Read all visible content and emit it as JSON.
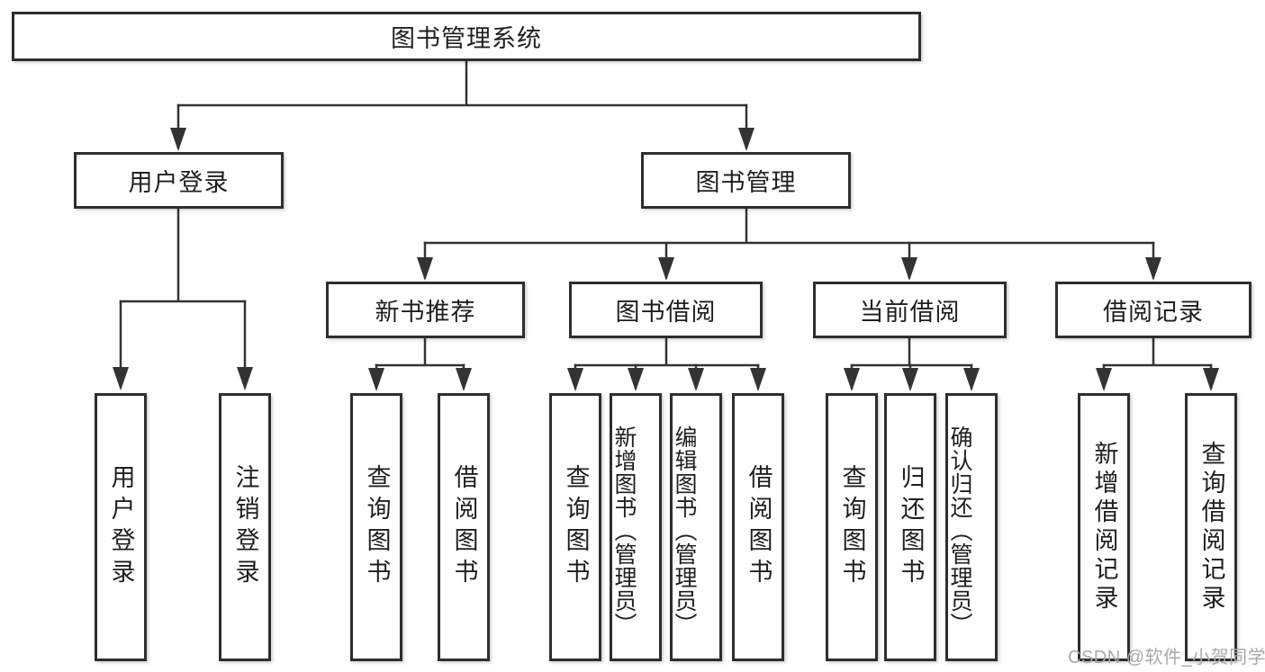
{
  "colors": {
    "line": "#333333",
    "box_border": "#2e2e2e",
    "box_fill": "#ffffff",
    "text": "#1f1f1f",
    "watermark": "#a6a9ad",
    "background": "#ffffff"
  },
  "tree": {
    "root": {
      "label": "图书管理系统"
    },
    "children": [
      {
        "label": "用户登录",
        "children": [
          {
            "label": "用户登录"
          },
          {
            "label": "注销登录"
          }
        ]
      },
      {
        "label": "图书管理",
        "children": [
          {
            "label": "新书推荐",
            "children": [
              {
                "label": "查询图书"
              },
              {
                "label": "借阅图书"
              }
            ]
          },
          {
            "label": "图书借阅",
            "children": [
              {
                "label": "查询图书"
              },
              {
                "label": "新增图书（管理员）"
              },
              {
                "label": "编辑图书（管理员）"
              },
              {
                "label": "借阅图书"
              }
            ]
          },
          {
            "label": "当前借阅",
            "children": [
              {
                "label": "查询图书"
              },
              {
                "label": "归还图书"
              },
              {
                "label": "确认归还（管理员）"
              }
            ]
          },
          {
            "label": "借阅记录",
            "children": [
              {
                "label": "新增借阅记录"
              },
              {
                "label": "查询借阅记录"
              }
            ]
          }
        ]
      }
    ]
  },
  "watermark": {
    "text": "CSDN @软件_小贺同学"
  }
}
